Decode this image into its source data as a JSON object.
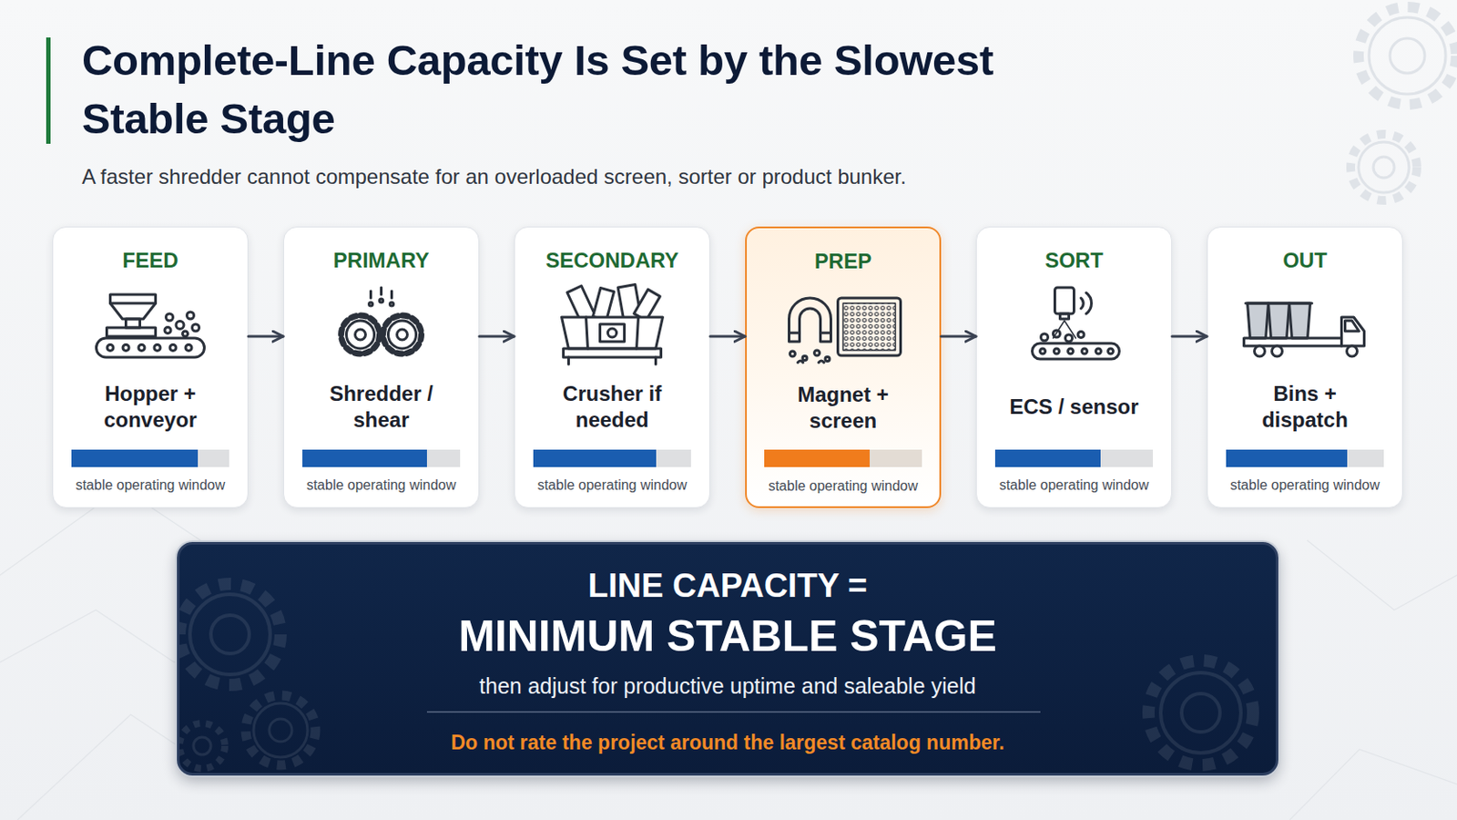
{
  "diagram": {
    "title": "Complete-Line Capacity Is Set by the Slowest Stable Stage",
    "caption": "A faster shredder cannot compensate for an overloaded screen, sorter or product bunker.",
    "nodes": [
      {
        "text": [
          "FEED",
          "Hopper + conveyor",
          "stable operating window"
        ]
      },
      {
        "text": [
          "PRIMARY",
          "Shredder / shear",
          "stable operating window"
        ]
      },
      {
        "text": [
          "SECONDARY",
          "Crusher if needed",
          "stable operating window"
        ]
      },
      {
        "text": [
          "PREP",
          "Magnet + screen",
          "stable operating window"
        ]
      },
      {
        "text": [
          "SORT",
          "ECS / sensor",
          "stable operating window"
        ]
      },
      {
        "text": [
          "OUT",
          "Bins + dispatch",
          "stable operating window"
        ]
      },
      {
        "text": [
          "LINE CAPACITY =",
          "MINIMUM STABLE STAGE",
          "then adjust for productive uptime and saleable yield",
          "Do not rate the project around the largest catalog number."
        ]
      }
    ],
    "edges": [
      {
        "from": 0,
        "to": 1,
        "arrow": "to"
      },
      {
        "from": 1,
        "to": 2,
        "arrow": "to"
      },
      {
        "from": 2,
        "to": 3,
        "arrow": "to"
      },
      {
        "from": 3,
        "to": 4,
        "arrow": "to"
      },
      {
        "from": 4,
        "to": 5,
        "arrow": "to"
      }
    ]
  }
}
